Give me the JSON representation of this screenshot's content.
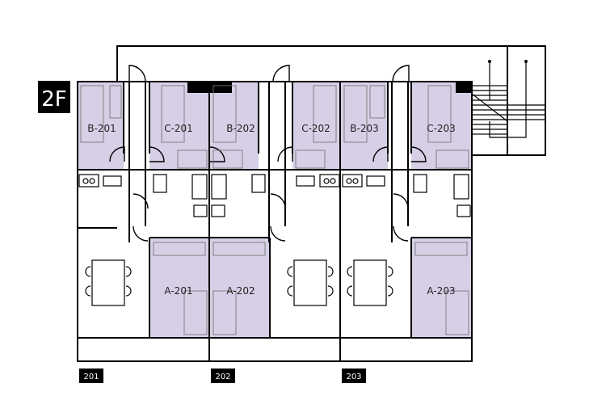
{
  "floor_label": "2F",
  "colors": {
    "room_fill": "#d7cfe6",
    "wall": "#000000",
    "label_bg": "#000000",
    "label_text": "#ffffff"
  },
  "units": [
    {
      "id": "201",
      "label": "201",
      "rooms": {
        "a": "A-201",
        "b": "B-201",
        "c": "C-201"
      }
    },
    {
      "id": "202",
      "label": "202",
      "rooms": {
        "a": "A-202",
        "b": "B-202",
        "c": "C-202"
      }
    },
    {
      "id": "203",
      "label": "203",
      "rooms": {
        "a": "A-203",
        "b": "B-203",
        "c": "C-203"
      }
    }
  ]
}
